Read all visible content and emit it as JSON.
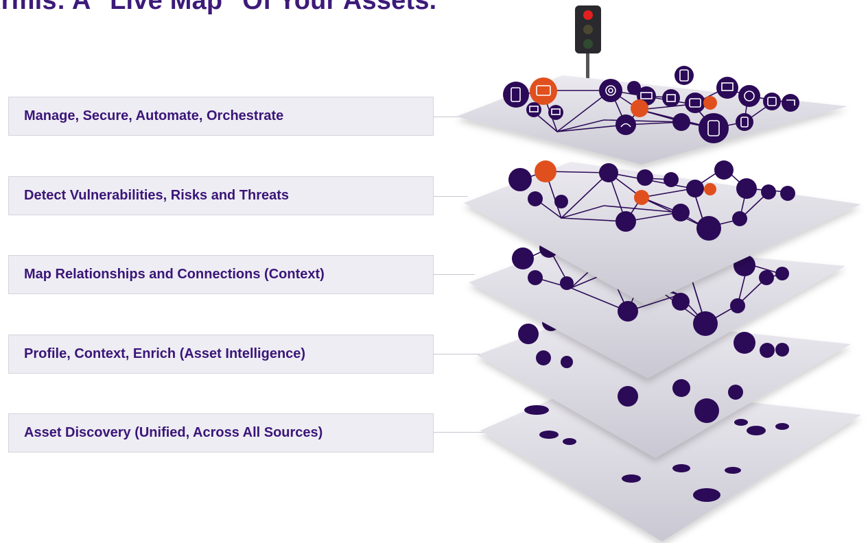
{
  "title": "Armis: A \"Live Map\" Of Your Assets.",
  "layers": [
    {
      "label": "Manage, Secure, Automate, Orchestrate"
    },
    {
      "label": "Detect Vulnerabilities, Risks and Threats"
    },
    {
      "label": "Map Relationships and Connections (Context)"
    },
    {
      "label": "Profile, Context, Enrich (Asset Intelligence)"
    },
    {
      "label": "Asset Discovery (Unified, Across All Sources)"
    }
  ],
  "colors": {
    "title": "#3d1a7a",
    "label_text": "#3a1578",
    "label_bg": "#eeedf3",
    "node_purple": "#2b0a57",
    "node_orange": "#e0501e",
    "layer_plane": "#dcdbe2"
  },
  "icons": [
    "server-icon",
    "laptop-icon",
    "router-icon",
    "printer-icon",
    "phone-icon",
    "camera-icon",
    "microphone-icon",
    "robot-arm-icon",
    "tv-icon",
    "traffic-light-icon"
  ]
}
